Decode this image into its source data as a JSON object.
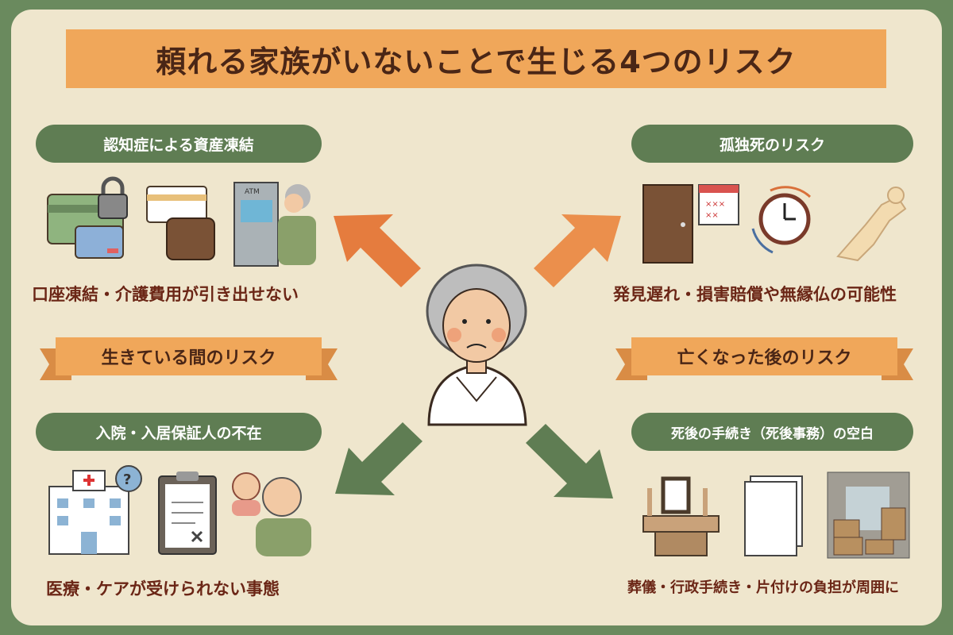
{
  "title": "頼れる家族がいないことで生じる4つのリスク",
  "sections": {
    "top_left": {
      "heading": "認知症による資産凍結",
      "caption": "口座凍結・介護費用が引き出せない"
    },
    "top_right": {
      "heading": "孤独死のリスク",
      "caption": "発見遅れ・損害賠償や無縁仏の可能性"
    },
    "bottom_left": {
      "heading": "入院・入居保証人の不在",
      "caption": "医療・ケアが受けられない事態"
    },
    "bottom_right": {
      "heading": "死後の手続き（死後事務）の空白",
      "caption": "葬儀・行政手続き・片付けの負担が周囲に"
    }
  },
  "ribbons": {
    "left": "生きている間のリスク",
    "right": "亡くなった後のリスク"
  },
  "icon_text": {
    "atm": "ATM",
    "question": "?"
  },
  "colors": {
    "background": "#6a8a5e",
    "panel": "#efe6cd",
    "accent_orange": "#f0a75a",
    "green": "#5f7d53",
    "caption": "#6b2616"
  }
}
